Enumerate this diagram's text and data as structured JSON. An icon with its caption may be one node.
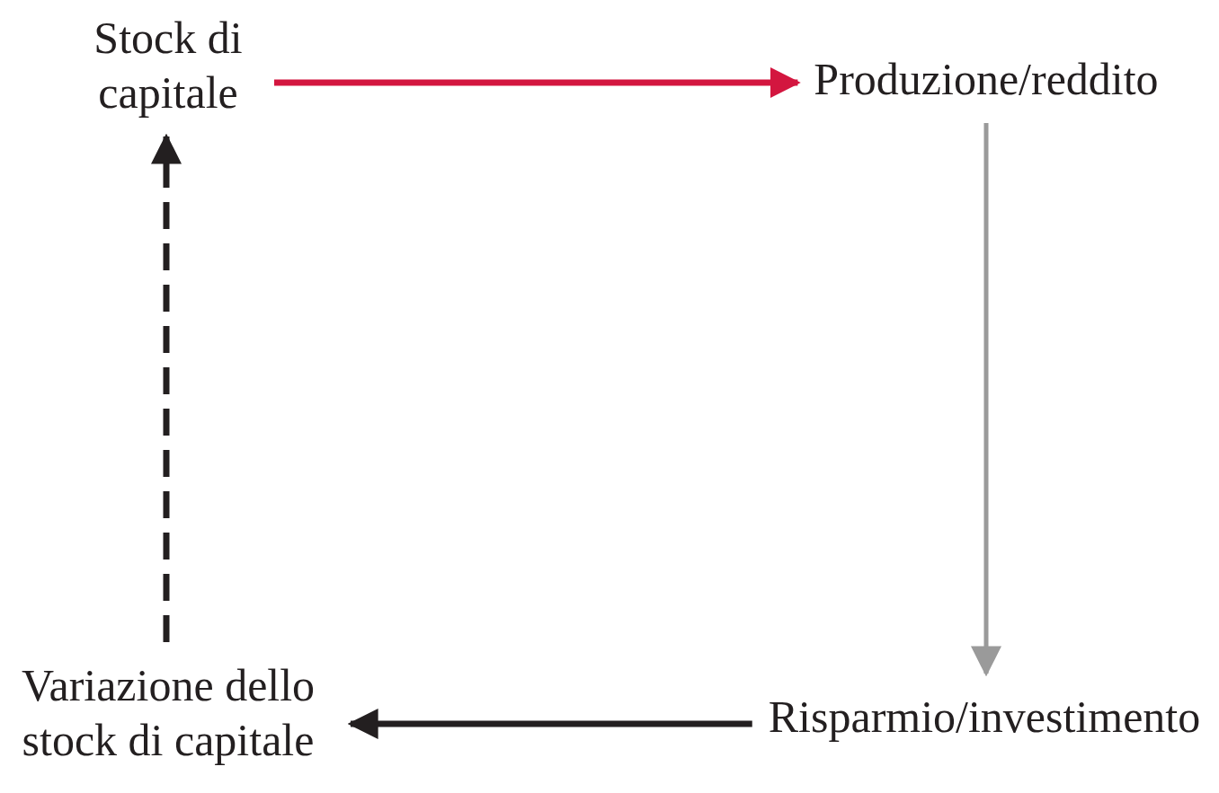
{
  "diagram": {
    "nodes": [
      {
        "text": [
          "Stock di capitale"
        ]
      },
      {
        "text": [
          "Produzione/reddito"
        ]
      },
      {
        "text": [
          "Risparmio/investimento"
        ]
      },
      {
        "text": [
          "Variazione dello stock di capitale"
        ]
      }
    ],
    "edges": [
      {
        "from": 0,
        "to": 1,
        "arrow": "to",
        "color": "#d3163f"
      },
      {
        "from": 1,
        "to": 2,
        "arrow": "to",
        "color": "#9a9a9a"
      },
      {
        "from": 2,
        "to": 3,
        "arrow": "to"
      },
      {
        "from": 3,
        "to": 0,
        "arrow": "to",
        "style": "dashed"
      }
    ]
  }
}
